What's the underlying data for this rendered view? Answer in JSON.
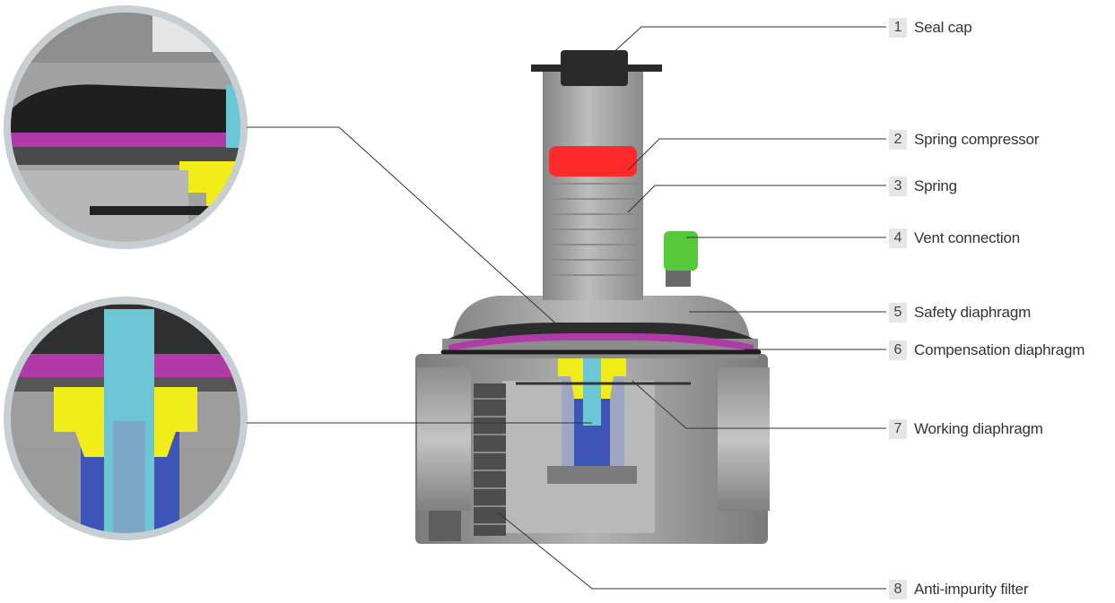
{
  "callouts": [
    {
      "number": "1",
      "label": "Seal cap"
    },
    {
      "number": "2",
      "label": "Spring compressor"
    },
    {
      "number": "3",
      "label": "Spring"
    },
    {
      "number": "4",
      "label": "Vent connection"
    },
    {
      "number": "5",
      "label": "Safety diaphragm"
    },
    {
      "number": "6",
      "label": "Compensation diaphragm"
    },
    {
      "number": "7",
      "label": "Working diaphragm"
    },
    {
      "number": "8",
      "label": "Anti-impurity filter"
    }
  ],
  "colors": {
    "body_gray": "#9a9a9a",
    "dark_gray": "#6e6e6e",
    "seal_cap": "#2a2a2a",
    "spring_compressor": "#ff2a2a",
    "vent_connection": "#55c93a",
    "diaphragm_magenta": "#b03aa8",
    "working_yellow": "#f2ec1a",
    "stem_cyan": "#6cc6d6",
    "stem_blue": "#3e55b8",
    "leader_line": "#333333",
    "circle_border": "#c8cfd2"
  }
}
